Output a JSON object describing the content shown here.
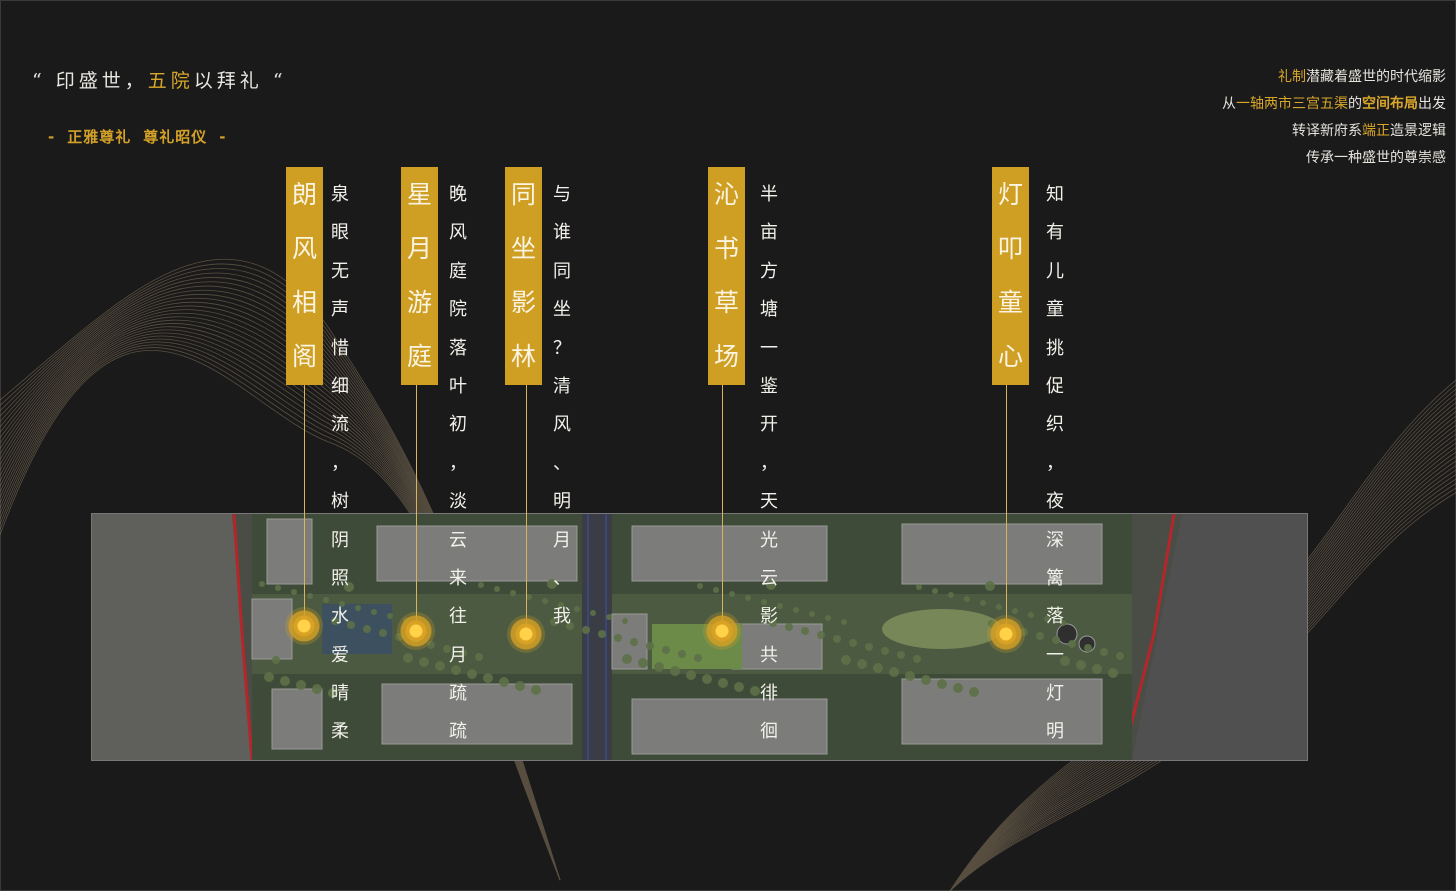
{
  "title": {
    "quote_open": "“",
    "part1": "印盛世，",
    "gold": "五院",
    "part2": "以拜礼",
    "quote_close": "“"
  },
  "subtitle": {
    "dash_left": "-",
    "text1": "正雅尊礼",
    "text2": "尊礼昭仪",
    "dash_right": "-"
  },
  "intro": {
    "line1": {
      "gold": "礼制",
      "rest": "潜藏着盛世的时代缩影"
    },
    "line2": {
      "a": "从",
      "gold": "一轴两市三宫五渠",
      "b": "的",
      "bold_gold": "空间布局",
      "c": "出发"
    },
    "line3": {
      "a": "转译新府系",
      "gold": "端正",
      "b": "造景逻辑"
    },
    "line4": "传承一种盛世的尊崇感"
  },
  "courtyards": [
    {
      "name": "朗风相阁",
      "poem": "泉眼无声惜细流，树阴照水爱晴柔"
    },
    {
      "name": "星月游庭",
      "poem": "晚风庭院落叶初，淡云来往月疏疏"
    },
    {
      "name": "同坐影林",
      "poem": "与谁同坐？清风、明月、我"
    },
    {
      "name": "沁书草场",
      "poem": "半亩方塘一鉴开，天光云影共徘徊"
    },
    {
      "name": "灯叩童心",
      "poem": "知有儿童挑促织，夜深篱落一灯明"
    }
  ],
  "colors": {
    "accent_gold": "#d3a128",
    "tag_gold": "#cf9f24",
    "background": "#1b1a1a",
    "text_light": "#efede7"
  }
}
